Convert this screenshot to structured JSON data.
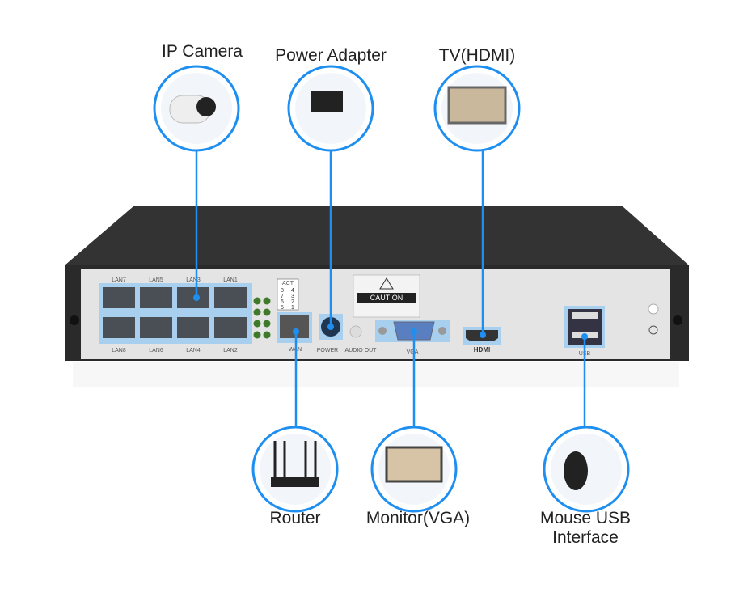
{
  "callouts": {
    "ip_camera": "IP Camera",
    "power_adapter": "Power Adapter",
    "tv": "TV(HDMI)",
    "router": "Router",
    "monitor": "Monitor(VGA)",
    "mouse_line1": "Mouse USB",
    "mouse_line2": "Interface"
  },
  "panel": {
    "lan_top": [
      "LAN7",
      "LAN5",
      "LAN3",
      "LAN1"
    ],
    "lan_bottom": [
      "LAN8",
      "LAN6",
      "LAN4",
      "LAN2"
    ],
    "act_header": "ACT",
    "act_rows": [
      [
        "8",
        "4"
      ],
      [
        "7",
        "3"
      ],
      [
        "6",
        "2"
      ],
      [
        "5",
        "1"
      ]
    ],
    "wan": "WAN",
    "power": "POWER",
    "audio_out": "AUDIO OUT",
    "caution": "CAUTION",
    "vga": "VGA",
    "hdmi": "HDMI",
    "usb": "USB"
  },
  "colors": {
    "accent": "#1e8ff0",
    "port_highlight": "#a9cfee",
    "chassis": "#2b2b2b",
    "panel": "#e6e6e6"
  }
}
